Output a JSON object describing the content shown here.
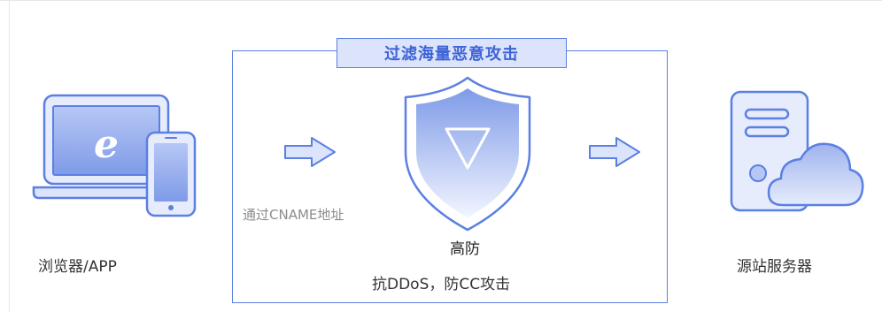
{
  "banner": {
    "title": "过滤海量恶意攻击"
  },
  "client": {
    "label": "浏览器/APP"
  },
  "protection": {
    "via_label": "通过CNAME地址",
    "name": "高防",
    "description": "抗DDoS，防CC攻击"
  },
  "origin": {
    "label": "源站服务器"
  },
  "colors": {
    "accent": "#5b7fe3",
    "accent_light": "#dbe4fb",
    "text": "#333333"
  }
}
